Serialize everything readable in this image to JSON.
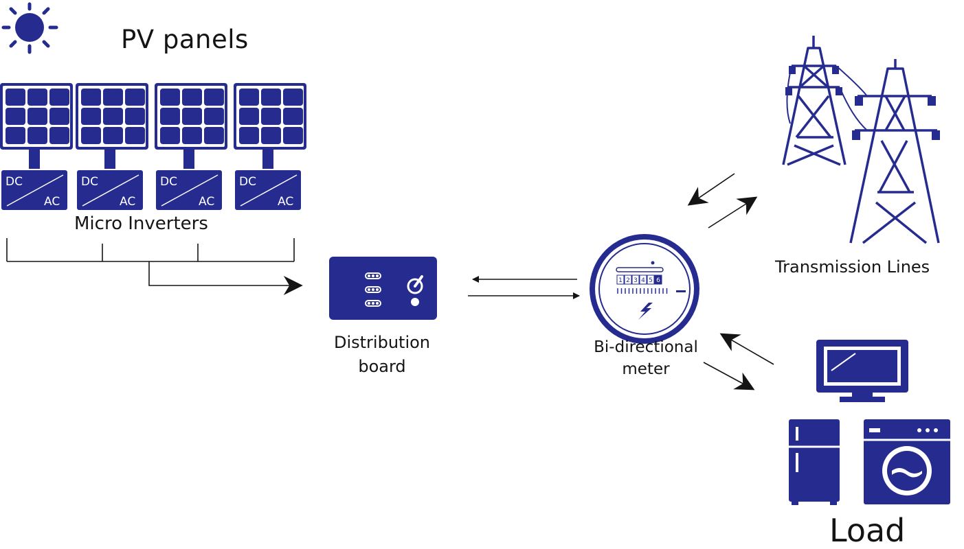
{
  "colors": {
    "primary": "#262c8f",
    "background": "#ffffff",
    "line": "#141414"
  },
  "labels": {
    "pv_panels": "PV panels",
    "micro_inverters": "Micro Inverters",
    "distribution_board": [
      "Distribution",
      "board"
    ],
    "bidirectional_meter": [
      "Bi-directional",
      "meter"
    ],
    "transmission_lines": "Transmission Lines",
    "load": "Load"
  },
  "inverter": {
    "dc": "DC",
    "ac": "AC"
  },
  "meter_digits": [
    "1",
    "2",
    "3",
    "4",
    "5",
    "6"
  ],
  "icons": {
    "sun": "sun-icon",
    "solar_panel": "solar-panel-icon",
    "inverter": "dc-ac-inverter-icon",
    "distribution_board": "distribution-board-icon",
    "meter": "bidirectional-meter-icon",
    "tower": "transmission-tower-icon",
    "monitor": "monitor-icon",
    "fridge": "fridge-icon",
    "washer": "washing-machine-icon"
  }
}
